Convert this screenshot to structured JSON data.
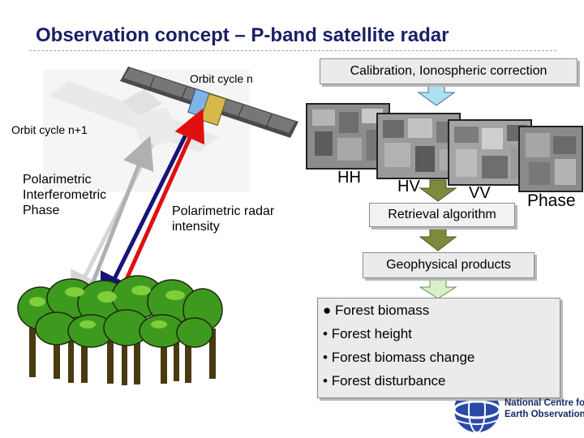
{
  "title": "Observation concept – P-band satellite radar",
  "orbit": {
    "cycle_n": "Orbit cycle n",
    "cycle_n1": "Orbit cycle n+1"
  },
  "labels": {
    "pol_interf": [
      "Polarimetric",
      "Interferometric",
      "Phase"
    ],
    "pol_radar": [
      "Polarimetric radar",
      "intensity"
    ]
  },
  "flow": {
    "calibration": "Calibration, Ionospheric correction",
    "retrieval": "Retrieval algorithm",
    "geophysical": "Geophysical products"
  },
  "channels": {
    "hh": "HH",
    "hv": "HV",
    "vv": "VV",
    "phase": "Phase"
  },
  "products": [
    "Forest biomass",
    "Forest height",
    "Forest biomass change",
    "Forest disturbance"
  ],
  "logo": {
    "line1": "National Centre for",
    "line2": "Earth Observation"
  },
  "colors": {
    "title": "#1a1f66",
    "tree_green": "#3e9a1e",
    "arrow_red": "#e01010",
    "arrow_blue": "#14147a",
    "arrow_grey": "#b0b0b0",
    "flow_arrow_blue": "#aee0f4",
    "flow_arrow_olive": "#7d8a3c",
    "flow_arrow_light": "#d8f0c8"
  }
}
